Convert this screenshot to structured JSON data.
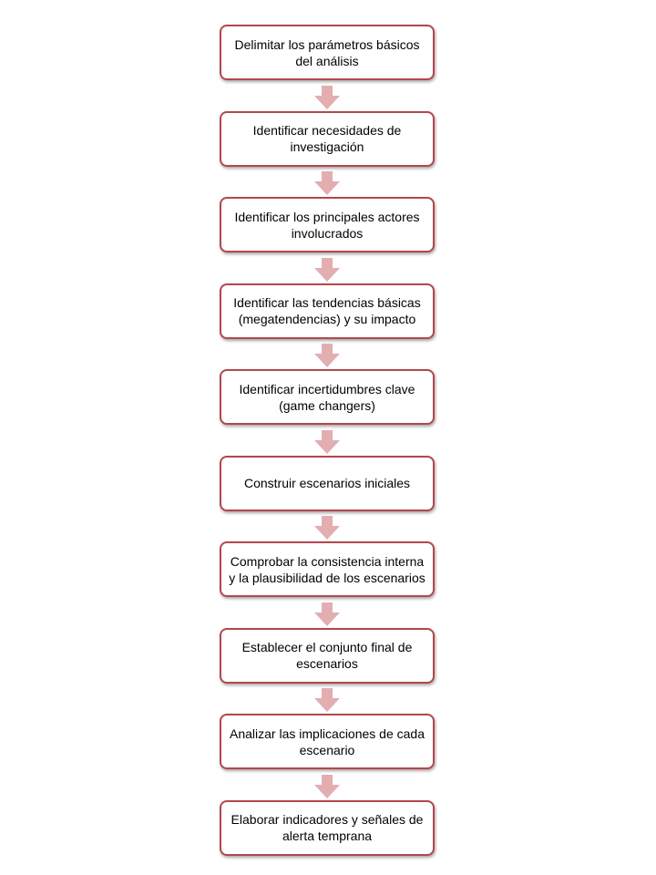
{
  "colors": {
    "box_border": "#b4474c",
    "box_fill": "#ffffff",
    "arrow_fill": "#e2aeb0",
    "text": "#000000"
  },
  "steps": [
    {
      "label": "Delimitar los parámetros básicos\ndel análisis"
    },
    {
      "label": "Identificar necesidades de\ninvestigación"
    },
    {
      "label": "Identificar los principales actores\ninvolucrados"
    },
    {
      "label": "Identificar las tendencias básicas\n(megatendencias) y su  impacto"
    },
    {
      "label": "Identificar incertidumbres clave\n(game changers)"
    },
    {
      "label": "Construir  escenarios iniciales"
    },
    {
      "label": "Comprobar la consistencia interna\ny la plausibilidad de los escenarios"
    },
    {
      "label": "Establecer el conjunto  final de\nescenarios"
    },
    {
      "label": "Analizar las implicaciones de cada\nescenario"
    },
    {
      "label": "Elaborar indicadores y señales de\nalerta temprana"
    }
  ]
}
